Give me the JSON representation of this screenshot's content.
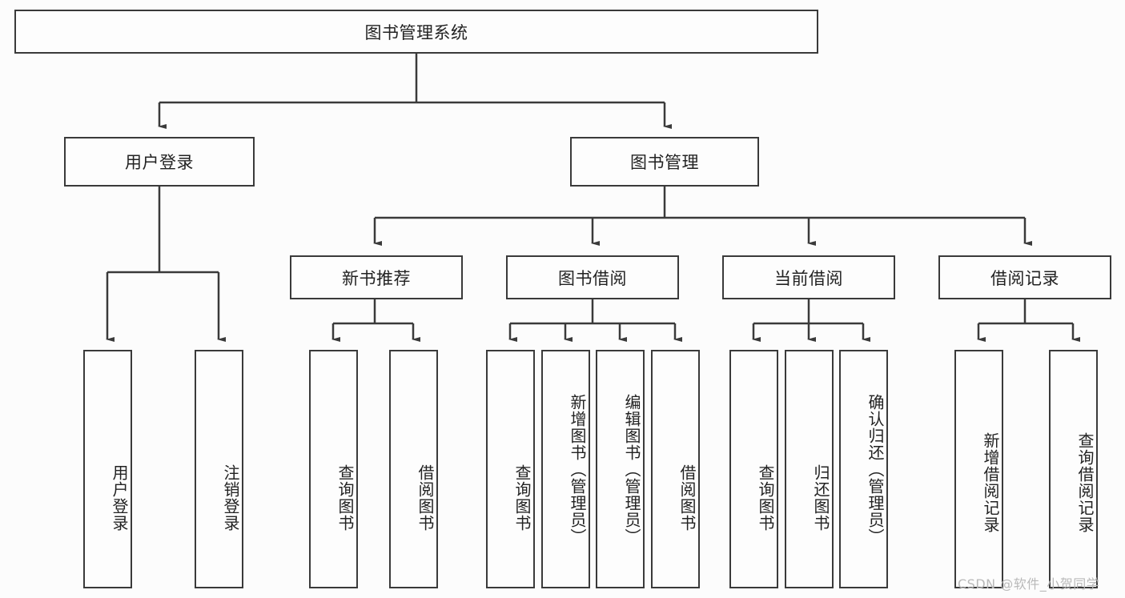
{
  "diagram": {
    "type": "hierarchy-tree",
    "title": "图书管理系统",
    "watermark": "CSDN @软件_小贺同学",
    "colors": {
      "background": "#fcfcfc",
      "node_fill": "#fdfdfd",
      "node_stroke": "#3a3a3a",
      "edge_stroke": "#3a3a3a",
      "text": "#222222",
      "watermark": "#b9b9b9"
    },
    "nodes": {
      "root": {
        "label": "图书管理系统",
        "level": 0,
        "orientation": "horizontal"
      },
      "l1": [
        {
          "id": "user-login",
          "label": "用户登录",
          "orientation": "horizontal"
        },
        {
          "id": "book-manage",
          "label": "图书管理",
          "orientation": "horizontal"
        }
      ],
      "l2": [
        {
          "id": "new-book-recommend",
          "label": "新书推荐",
          "orientation": "horizontal",
          "parent": "book-manage"
        },
        {
          "id": "book-borrow",
          "label": "图书借阅",
          "orientation": "horizontal",
          "parent": "book-manage"
        },
        {
          "id": "current-borrow",
          "label": "当前借阅",
          "orientation": "horizontal",
          "parent": "book-manage"
        },
        {
          "id": "borrow-record",
          "label": "借阅记录",
          "orientation": "horizontal",
          "parent": "book-manage"
        }
      ],
      "leaves": [
        {
          "id": "leaf-user-login",
          "label": "用户登录",
          "orientation": "vertical",
          "parent": "user-login"
        },
        {
          "id": "leaf-user-logout",
          "label": "注销登录",
          "orientation": "vertical",
          "parent": "user-login"
        },
        {
          "id": "leaf-query-book-1",
          "label": "查询图书",
          "orientation": "vertical",
          "parent": "new-book-recommend"
        },
        {
          "id": "leaf-borrow-book-1",
          "label": "借阅图书",
          "orientation": "vertical",
          "parent": "new-book-recommend"
        },
        {
          "id": "leaf-query-book-2",
          "label": "查询图书",
          "orientation": "vertical",
          "parent": "book-borrow"
        },
        {
          "id": "leaf-add-book",
          "label": "新增图书（管理员）",
          "orientation": "vertical",
          "parent": "book-borrow"
        },
        {
          "id": "leaf-edit-book",
          "label": "编辑图书（管理员）",
          "orientation": "vertical",
          "parent": "book-borrow"
        },
        {
          "id": "leaf-borrow-book-2",
          "label": "借阅图书",
          "orientation": "vertical",
          "parent": "book-borrow"
        },
        {
          "id": "leaf-query-book-3",
          "label": "查询图书",
          "orientation": "vertical",
          "parent": "current-borrow"
        },
        {
          "id": "leaf-return-book",
          "label": "归还图书",
          "orientation": "vertical",
          "parent": "current-borrow"
        },
        {
          "id": "leaf-confirm-return",
          "label": "确认归还（管理员）",
          "orientation": "vertical",
          "parent": "current-borrow"
        },
        {
          "id": "leaf-add-record",
          "label": "新增借阅记录",
          "orientation": "vertical",
          "parent": "borrow-record"
        },
        {
          "id": "leaf-query-record",
          "label": "查询借阅记录",
          "orientation": "vertical",
          "parent": "borrow-record"
        }
      ]
    }
  }
}
